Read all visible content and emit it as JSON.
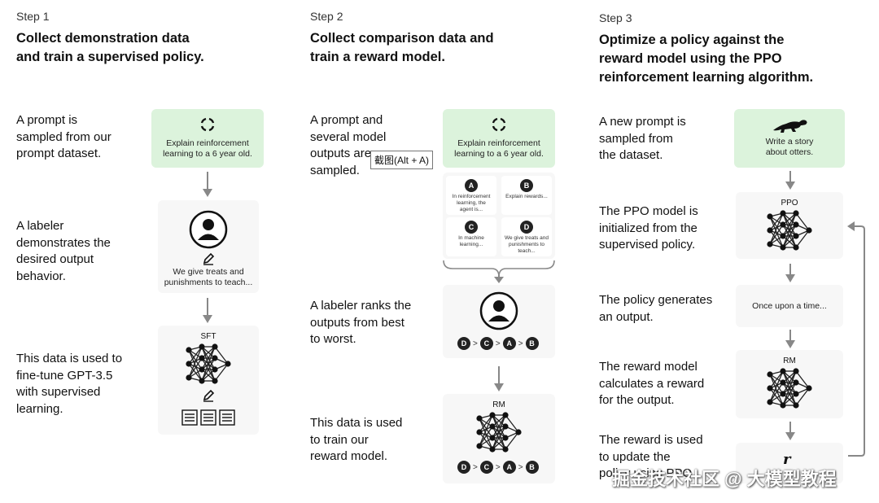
{
  "steps": [
    {
      "label": "Step 1",
      "title": [
        "Collect demonstration data",
        "and train a supervised policy."
      ],
      "descriptions": [
        [
          "A prompt is",
          "sampled from our",
          "prompt dataset."
        ],
        [
          "A labeler",
          "demonstrates the",
          "desired output",
          "behavior."
        ],
        [
          "This data is used to",
          "fine-tune GPT-3.5",
          "with supervised",
          "learning."
        ]
      ],
      "prompt_card": [
        "Explain reinforcement",
        "learning to a 6 year old."
      ],
      "demo_card": [
        "We give treats and",
        "punishments to teach..."
      ],
      "model_label": "SFT"
    },
    {
      "label": "Step 2",
      "title": [
        "Collect comparison data and",
        "train a reward model."
      ],
      "descriptions": [
        [
          "A prompt and",
          "several model",
          "outputs are",
          "sampled."
        ],
        [
          "A labeler ranks the",
          "outputs from best",
          "to worst."
        ],
        [
          "This data is used",
          "to train our",
          "reward model."
        ]
      ],
      "prompt_card": [
        "Explain reinforcement",
        "learning to a 6 year old."
      ],
      "outputs": [
        {
          "letter": "A",
          "text": [
            "In reinforcement",
            "learning, the",
            "agent is..."
          ]
        },
        {
          "letter": "B",
          "text": [
            "Explain rewards..."
          ]
        },
        {
          "letter": "C",
          "text": [
            "In machine",
            "learning..."
          ]
        },
        {
          "letter": "D",
          "text": [
            "We give treats and",
            "punishments to",
            "teach..."
          ]
        }
      ],
      "ranking": [
        "D",
        "C",
        "A",
        "B"
      ],
      "ranking_separator": ">",
      "model_label": "RM",
      "tooltip": "截图(Alt + A)"
    },
    {
      "label": "Step 3",
      "title": [
        "Optimize a policy against the",
        "reward model using the PPO",
        "reinforcement learning algorithm."
      ],
      "descriptions": [
        [
          "A new prompt is",
          "sampled from",
          "the dataset."
        ],
        [
          "The PPO model is",
          "initialized from the",
          "supervised policy."
        ],
        [
          "The policy generates",
          "an output."
        ],
        [
          "The reward model",
          "calculates a reward",
          "for the output."
        ],
        [
          "The reward is used",
          "to update the",
          "policy using PPO."
        ]
      ],
      "prompt_card": [
        "Write a story",
        "about otters."
      ],
      "ppo_label": "PPO",
      "output_text": "Once upon a time...",
      "rm_label": "RM",
      "reward_symbol": "r"
    }
  ],
  "watermark": "掘金技术社区 @ 大模型教程",
  "colors": {
    "prompt_green": "#dcf3dc",
    "card_gray": "#f7f7f7",
    "arrow": "#888888"
  }
}
